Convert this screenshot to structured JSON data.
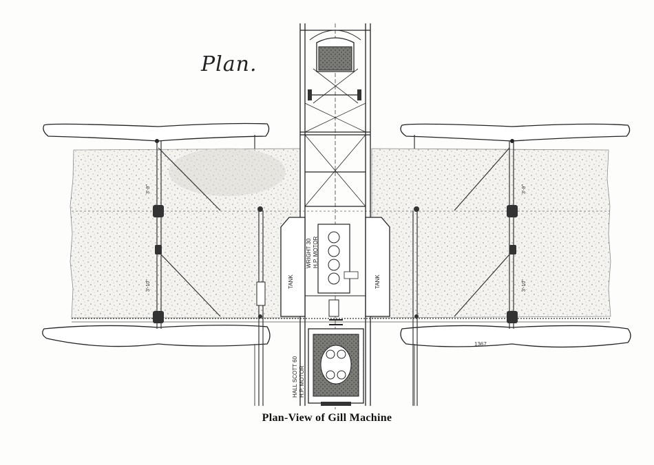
{
  "drawing": {
    "heading": "Plan.",
    "caption": "Plan-View of Gill Machine",
    "plate_number": "1367",
    "labels": {
      "tank_left": "TANK",
      "tank_right": "TANK",
      "wright_motor_line1": "WRIGHT 30",
      "wright_motor_line2": "H.P. MOTOR",
      "hall_scott_line1": "HALL SCOTT 60",
      "hall_scott_line2": "H.P. MOTOR",
      "dim_upper_left": "3'-9\"",
      "dim_lower_left": "3'-10\"",
      "dim_upper_right": "3'-9\"",
      "dim_lower_right": "3'-10\""
    }
  }
}
